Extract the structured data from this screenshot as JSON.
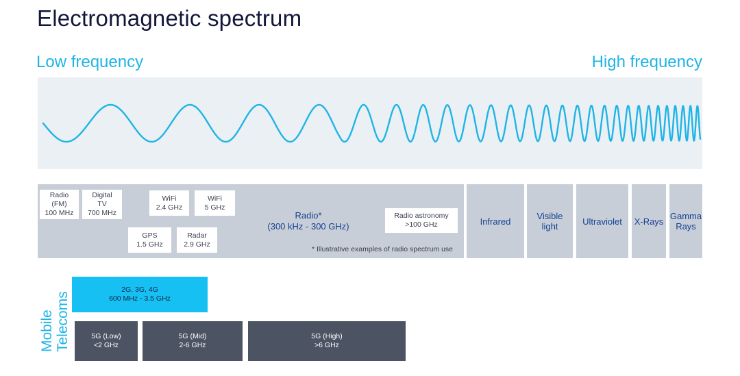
{
  "title": "Electromagnetic spectrum",
  "low_label": "Low frequency",
  "high_label": "High frequency",
  "colors": {
    "wave": "#1fb4e6",
    "panel": "#eaf0f4",
    "segment": "#c8ced7",
    "segment_text": "#124191",
    "mobile_4g": "#16c0f2",
    "mobile_5g": "#4c5464"
  },
  "spectrum_segments": {
    "infrared": "Infrared",
    "visible_1": "Visible",
    "visible_2": "light",
    "ultraviolet": "Ultraviolet",
    "xrays": "X-Rays",
    "gamma_1": "Gamma",
    "gamma_2": "Rays"
  },
  "radio": {
    "label_1": "Radio*",
    "label_2": "(300 kHz - 300 GHz)",
    "footnote": "* Illustrative examples of radio spectrum use",
    "examples": {
      "fm": [
        "Radio",
        "(FM)",
        "100 MHz"
      ],
      "tv": [
        "Digital",
        "TV",
        "700 MHz"
      ],
      "wifi24": [
        "WiFi",
        "2.4 GHz"
      ],
      "wifi5": [
        "WiFi",
        "5 GHz"
      ],
      "gps": [
        "GPS",
        "1.5 GHz"
      ],
      "radar": [
        "Radar",
        "2.9 GHz"
      ],
      "astronomy": [
        "Radio astronomy",
        ">100 GHz"
      ]
    }
  },
  "mobile": {
    "label_1": "Mobile",
    "label_2": "Telecoms",
    "g234": [
      "2G, 3G, 4G",
      "600 MHz - 3.5 GHz"
    ],
    "g5_low": [
      "5G (Low)",
      "<2 GHz"
    ],
    "g5_mid": [
      "5G (Mid)",
      "2-6 GHz"
    ],
    "g5_high": [
      "5G (High)",
      ">6 GHz"
    ]
  }
}
